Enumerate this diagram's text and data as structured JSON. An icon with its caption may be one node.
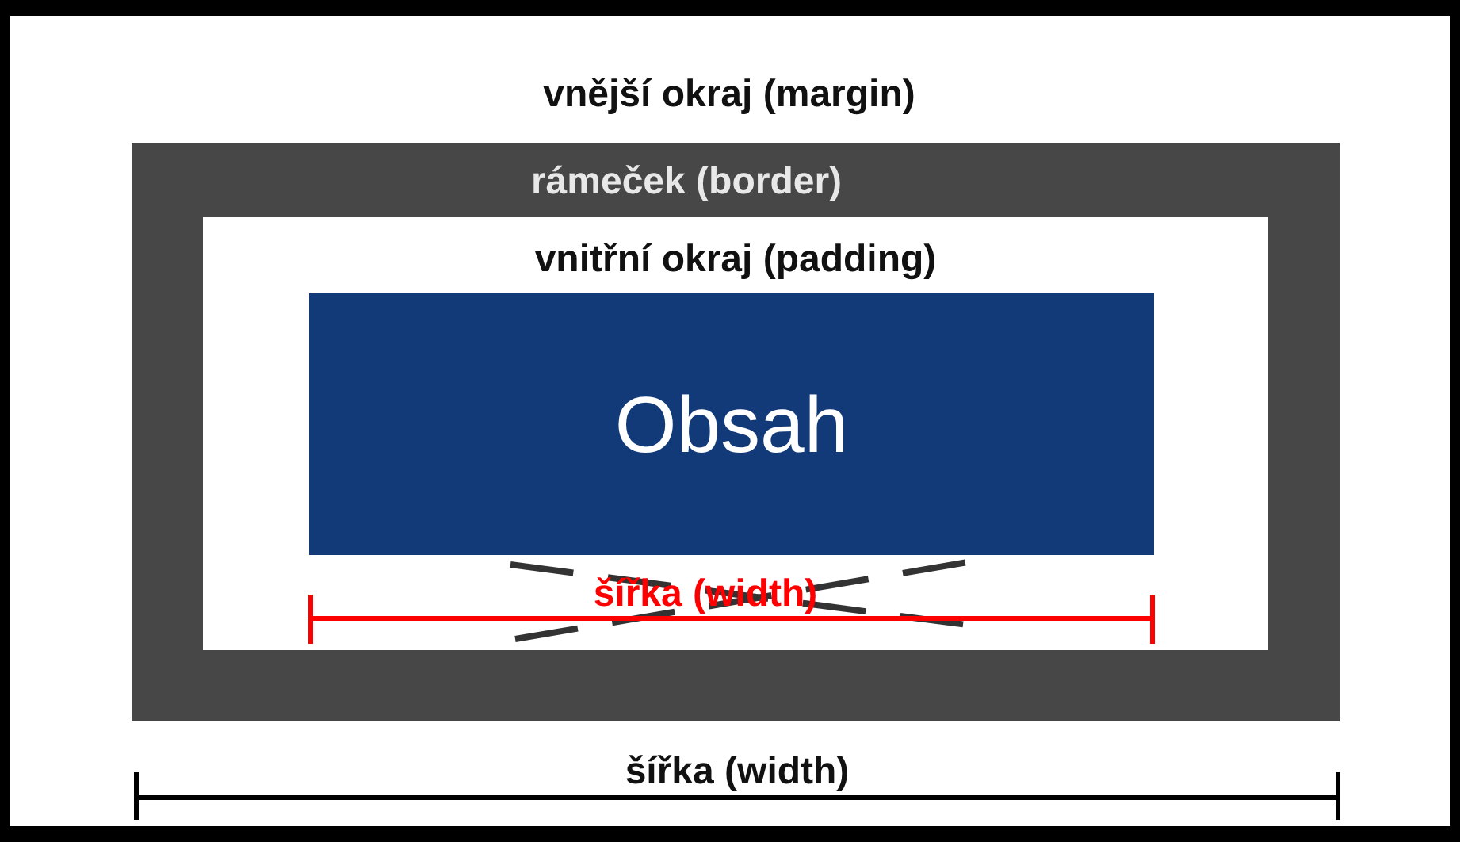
{
  "diagram": {
    "nodes": [
      {
        "text": [
          "vnější okraj (margin)"
        ]
      },
      {
        "text": [
          "rámeček (border)"
        ],
        "in": 0
      },
      {
        "text": [
          "vnitřní okraj (padding)"
        ],
        "in": 1
      },
      {
        "text": [
          "Obsah"
        ],
        "in": 2
      }
    ],
    "edges": [],
    "labels": [
      "šířka (width)",
      "šířka (width)"
    ]
  }
}
